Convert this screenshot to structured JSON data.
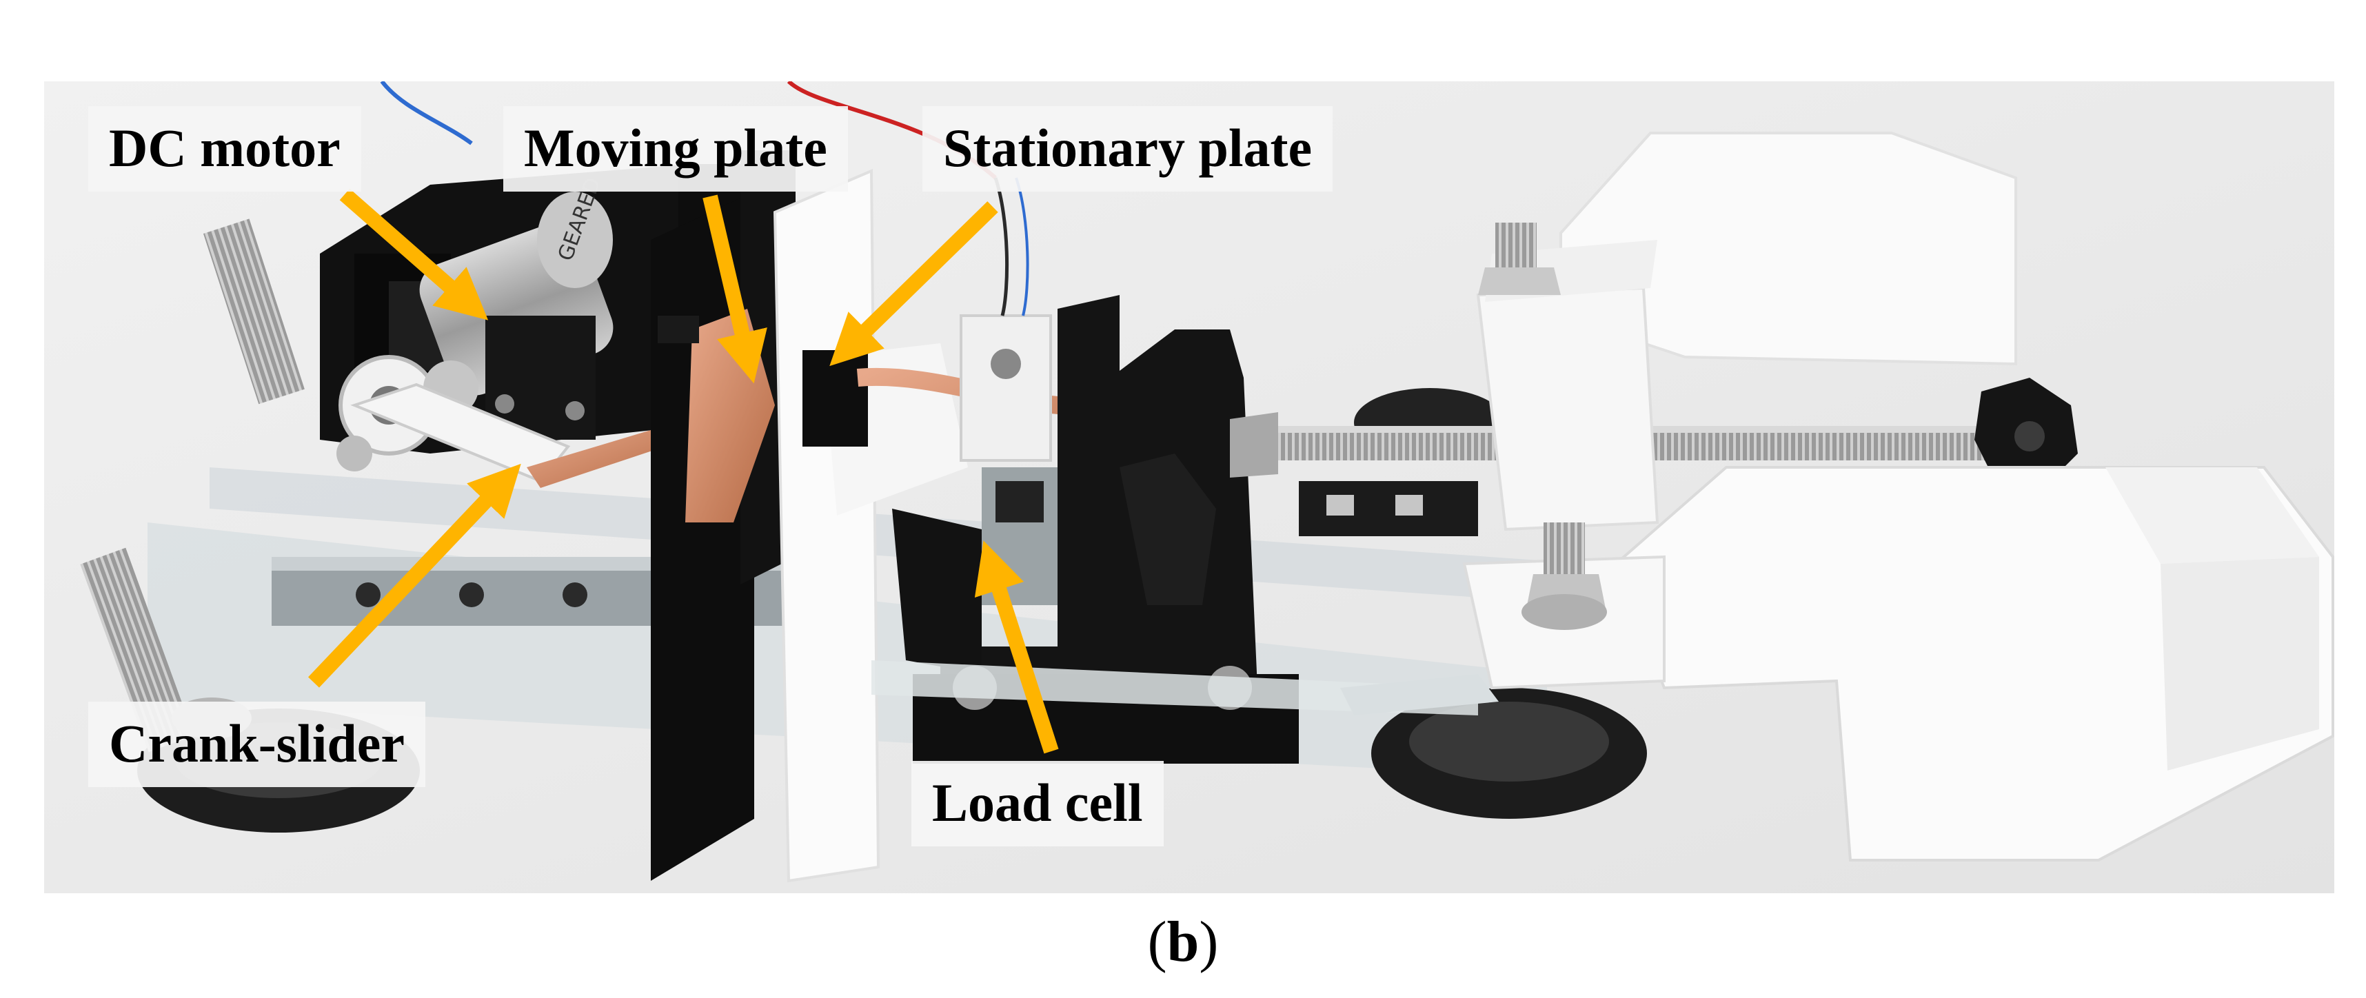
{
  "labels": {
    "dc_motor": "DC motor",
    "moving_plate": "Moving plate",
    "stationary_plate": "Stationary plate",
    "crank_slider": "Crank-slider",
    "load_cell": "Load cell"
  },
  "caption": {
    "open": "(",
    "letter": "b",
    "close": ")"
  },
  "colors": {
    "arrow": "#ffb400",
    "background": "#ffffff",
    "label_box": "#f5f5f5"
  }
}
